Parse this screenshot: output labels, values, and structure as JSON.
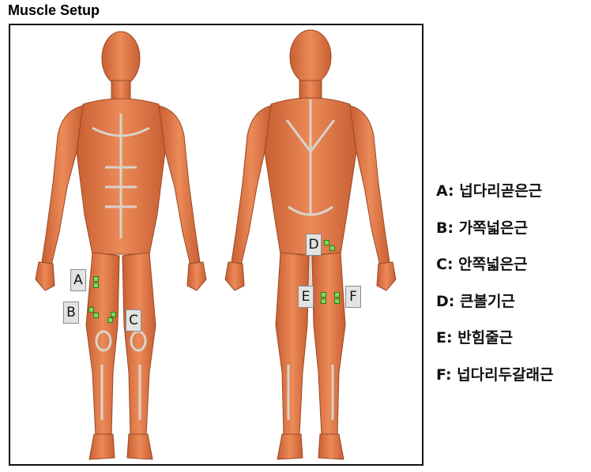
{
  "title": "Muscle Setup",
  "markers": {
    "A": "A",
    "B": "B",
    "C": "C",
    "D": "D",
    "E": "E",
    "F": "F"
  },
  "legend": [
    {
      "key": "A",
      "text": "A: 넙다리곧은근"
    },
    {
      "key": "B",
      "text": "B: 가쪽넓은근"
    },
    {
      "key": "C",
      "text": "C: 안쪽넓은근"
    },
    {
      "key": "D",
      "text": "D: 큰볼기근"
    },
    {
      "key": "E",
      "text": "E: 반힘줄근"
    },
    {
      "key": "F",
      "text": "F: 넙다리두갈래근"
    }
  ],
  "colors": {
    "muscle": "#e07a4a",
    "muscle_dark": "#b3532a",
    "tendon": "#d9d3cc",
    "electrode": "#7ed957"
  }
}
